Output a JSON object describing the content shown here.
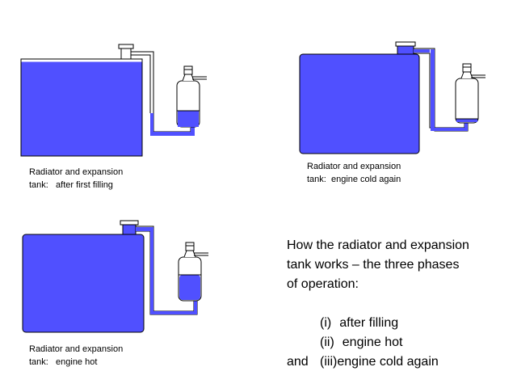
{
  "colors": {
    "coolant": "#5050FF",
    "outline": "#000000",
    "background": "#FFFFFF"
  },
  "diagrams": [
    {
      "id": "after-first-filling",
      "caption_line1": "Radiator and expansion",
      "caption_line2": "tank:   after first filling"
    },
    {
      "id": "engine-cold-again",
      "caption_line1": "Radiator and expansion",
      "caption_line2": "tank:  engine cold again"
    },
    {
      "id": "engine-hot",
      "caption_line1": "Radiator and expansion",
      "caption_line2": "tank:   engine hot"
    }
  ],
  "explanation": {
    "line1": "How the radiator and expansion",
    "line2": "tank works – the three phases",
    "line3": "of operation:",
    "phase1_num": "(i)",
    "phase1_text": "after filling",
    "phase2_num": "(ii)",
    "phase2_text": "engine hot",
    "phase3_lead": "and",
    "phase3_num": "(iii)",
    "phase3_text": "engine cold again"
  }
}
